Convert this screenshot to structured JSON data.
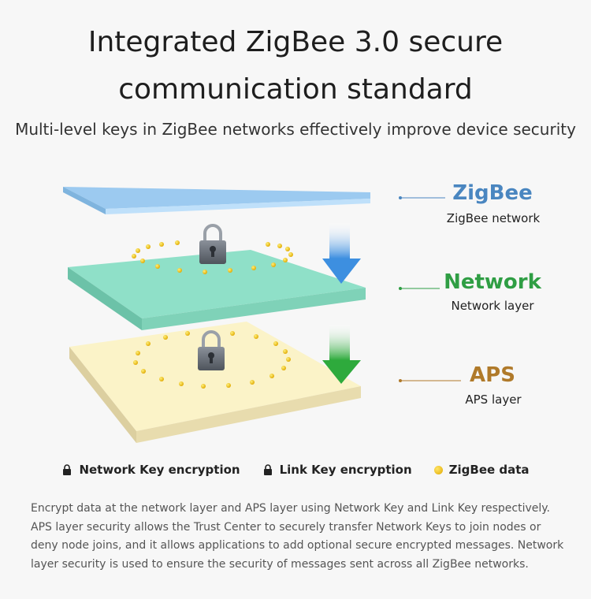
{
  "header": {
    "title_line1": "Integrated ZigBee 3.0 secure",
    "title_line2": "communication standard",
    "subtitle": "Multi-level keys in ZigBee networks effectively improve device security"
  },
  "layers": [
    {
      "title": "ZigBee",
      "subtitle": "ZigBee network",
      "color": "#4a86c0"
    },
    {
      "title": "Network",
      "subtitle": "Network layer",
      "color": "#2f9e44"
    },
    {
      "title": "APS",
      "subtitle": "APS layer",
      "color": "#b07a2a"
    }
  ],
  "legend": [
    {
      "icon": "lock-icon",
      "label": "Network Key encryption"
    },
    {
      "icon": "lock-icon",
      "label": "Link Key encryption"
    },
    {
      "icon": "dot-icon",
      "label": "ZigBee data"
    }
  ],
  "description": "Encrypt data at the network layer and APS layer using Network Key and Link Key respectively. APS layer security allows the Trust Center to securely transfer Network Keys to join nodes or deny node joins, and it allows applications to add optional secure encrypted messages. Network layer security is used to ensure the security of messages sent across all ZigBee networks."
}
